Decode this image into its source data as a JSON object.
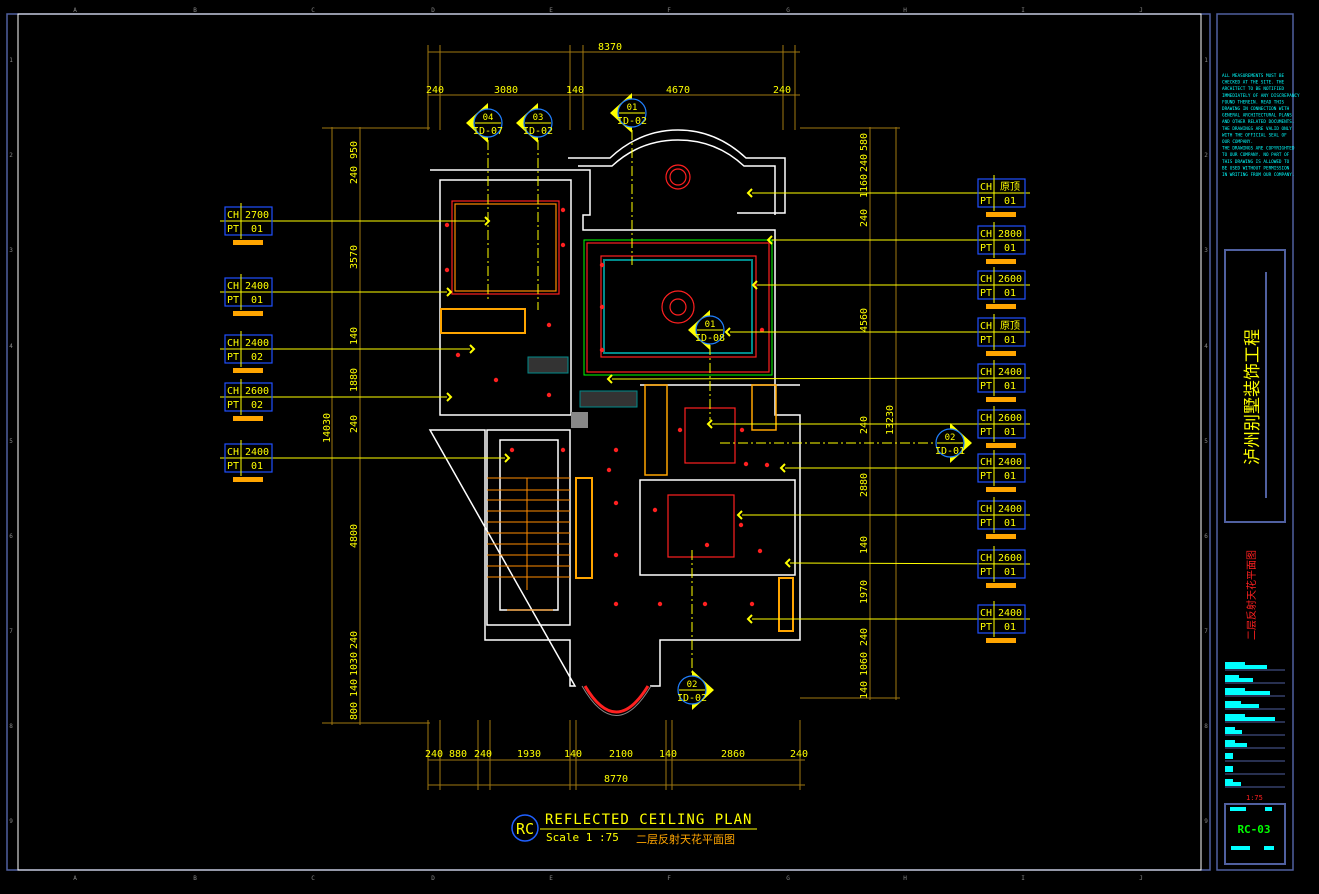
{
  "grid": {
    "columns": [
      "A",
      "B",
      "C",
      "D",
      "E",
      "F",
      "G",
      "H",
      "I",
      "J"
    ],
    "rows": [
      "1",
      "2",
      "3",
      "4",
      "5",
      "6",
      "7",
      "8",
      "9"
    ]
  },
  "dimensions": {
    "top_total": "8370",
    "top": [
      "240",
      "3080",
      "140",
      "4670",
      "240"
    ],
    "bottom": [
      "240",
      "880",
      "240",
      "1930",
      "140",
      "2100",
      "140",
      "2860",
      "240"
    ],
    "bottom_total": "8770",
    "left": [
      "950",
      "240",
      "3570",
      "140",
      "1880",
      "240",
      "4800",
      "240",
      "1030",
      "140",
      "800"
    ],
    "left_total": "14030",
    "right": [
      "580",
      "240",
      "1160",
      "240",
      "4560",
      "240",
      "2880",
      "140",
      "1970",
      "240",
      "1060",
      "140"
    ],
    "right_total": "13230"
  },
  "elevation_markers": [
    {
      "num": "04",
      "sheet": "ID-07"
    },
    {
      "num": "03",
      "sheet": "ID-02"
    },
    {
      "num": "01",
      "sheet": "ID-02"
    },
    {
      "num": "01",
      "sheet": "ID-08"
    },
    {
      "num": "02",
      "sheet": "ID-01"
    },
    {
      "num": "02",
      "sheet": "ID-02"
    }
  ],
  "ceiling_tags_left": [
    {
      "ch": "2700",
      "pt": "01"
    },
    {
      "ch": "2400",
      "pt": "01"
    },
    {
      "ch": "2400",
      "pt": "02"
    },
    {
      "ch": "2600",
      "pt": "02"
    },
    {
      "ch": "2400",
      "pt": "01"
    }
  ],
  "ceiling_tags_right": [
    {
      "ch": "原顶",
      "pt": "01"
    },
    {
      "ch": "2800",
      "pt": "01"
    },
    {
      "ch": "2600",
      "pt": "01"
    },
    {
      "ch": "原顶",
      "pt": "01"
    },
    {
      "ch": "2400",
      "pt": "01"
    },
    {
      "ch": "2600",
      "pt": "01"
    },
    {
      "ch": "2400",
      "pt": "01"
    },
    {
      "ch": "2400",
      "pt": "01"
    },
    {
      "ch": "2600",
      "pt": "01"
    },
    {
      "ch": "2400",
      "pt": "01"
    }
  ],
  "tag_labels": {
    "ch": "CH",
    "pt": "PT"
  },
  "title": {
    "badge": "RC",
    "main": "REFLECTED CEILING PLAN",
    "scale": "Scale 1 :75",
    "chinese": "二层反射天花平面图"
  },
  "title_block": {
    "notes": [
      "ALL MEASUREMENTS MUST BE",
      "CHECKED AT THE SITE. THE",
      "ARCHITECT TO BE NOTIFIED",
      "IMMEDIATELY OF ANY DISCREPANCY",
      "FOUND THEREIN. READ THIS",
      "DRAWING IN CONNECTION WITH",
      "GENERAL ARCHITECTURAL PLANS",
      "AND OTHER RELATED DOCUMENTS.",
      "THE DRAWINGS ARE VALID ONLY",
      "WITH THE OFFICIAL SEAL OF",
      "OUR COMPANY.",
      "THE DRAWINGS ARE COPYRIGHTED",
      "TO OUR COMPANY. NO PART OF",
      "THIS DRAWING IS ALLOWED TO",
      "BE USED WITHOUT PERMISSION",
      "IN WRITING FROM OUR COMPANY."
    ],
    "project": "泸州别墅装饰工程",
    "drawing_name": "二层反射天花平面图",
    "scale": "1:75",
    "sheet_no": "RC-03"
  },
  "colors": {
    "background": "#000000",
    "frame": "#5060a0",
    "text": "#ffff00",
    "notes": "#00ffff",
    "sheet": "#00ff00",
    "red": "#ff2020"
  }
}
